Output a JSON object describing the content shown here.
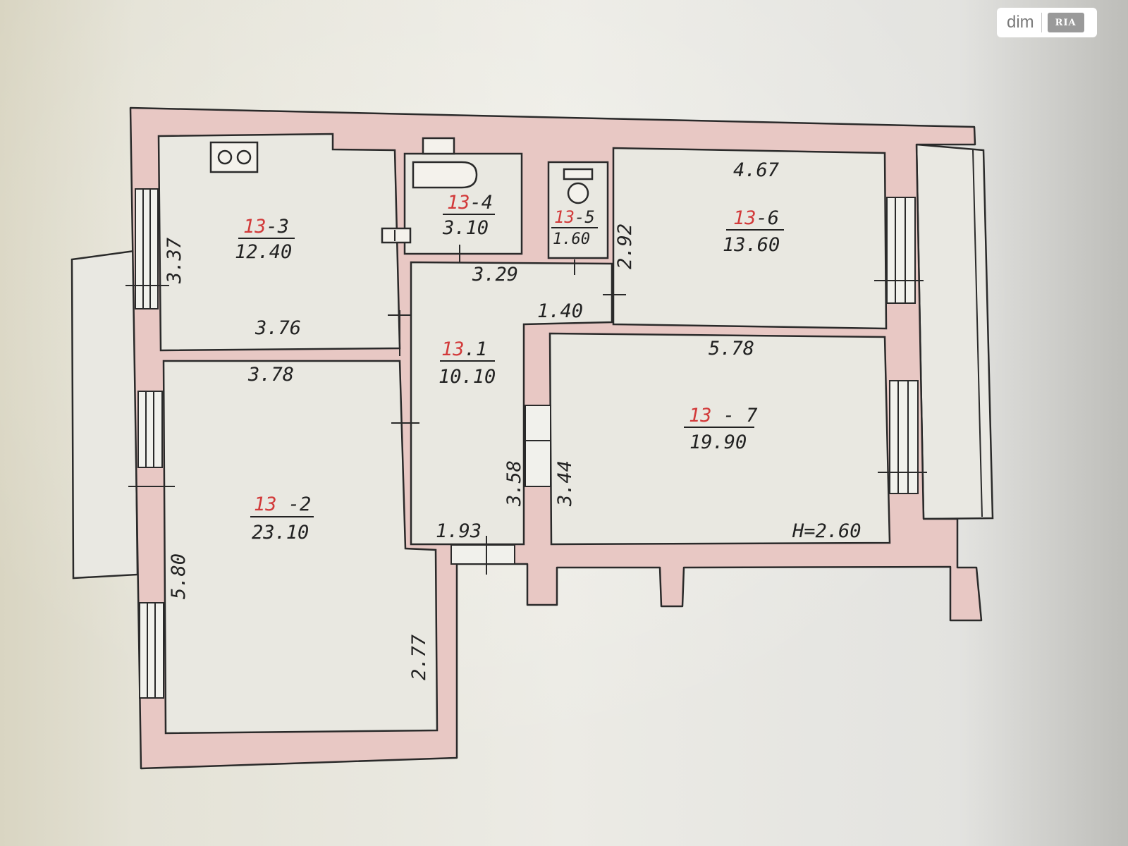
{
  "watermark": {
    "brand": "dim",
    "logo": "RIA"
  },
  "rooms": [
    {
      "id": "13-1",
      "prefix": "13",
      "suffix": ".1",
      "area": "10.10"
    },
    {
      "id": "13-2",
      "prefix": "13",
      "suffix": " -2",
      "area": "23.10"
    },
    {
      "id": "13-3",
      "prefix": "13",
      "suffix": "-3",
      "area": "12.40"
    },
    {
      "id": "13-4",
      "prefix": "13",
      "suffix": "-4",
      "area": "3.10"
    },
    {
      "id": "13-5",
      "prefix": "13",
      "suffix": "-5",
      "area": "1.60"
    },
    {
      "id": "13-6",
      "prefix": "13",
      "suffix": "-6",
      "area": "13.60"
    },
    {
      "id": "13-7",
      "prefix": "13",
      "suffix": " - 7",
      "area": "19.90"
    }
  ],
  "dimensions": {
    "room3_width": "3.76",
    "room3_depth": "3.37",
    "room2_width": "3.78",
    "room2_depth": "5.80",
    "room2_ext": "2.77",
    "bath_width": "3.29",
    "wc_depth": "2.92",
    "corridor_width": "1.40",
    "corridor_bottom": "1.93",
    "corridor_depth": "3.58",
    "room6_width": "4.67",
    "room7_width": "5.78",
    "room7_depth": "3.44",
    "ceiling_height": "H=2.60"
  },
  "colors": {
    "wall": "#e8c8c4",
    "room_code": "#d23a3a"
  }
}
